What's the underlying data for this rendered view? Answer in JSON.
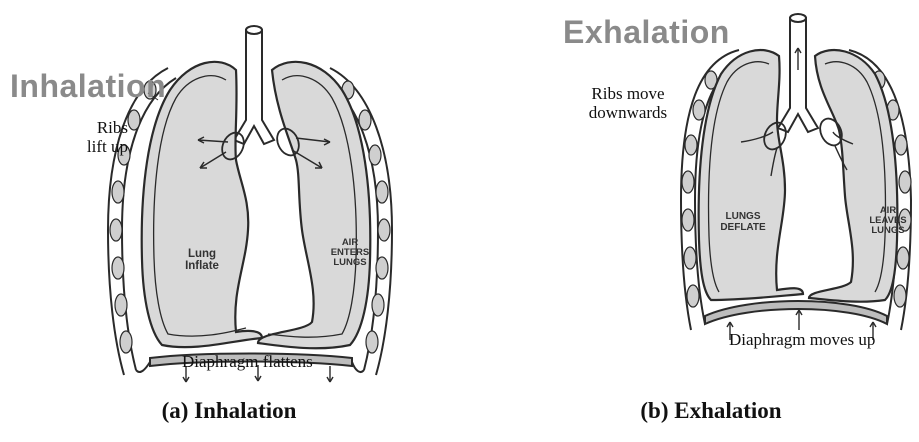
{
  "panel_a": {
    "heading": "Inhalation",
    "ribs_line1": "Ribs",
    "ribs_line2": "lift up",
    "lung_label_line1": "Lung",
    "lung_label_line2": "Inflate",
    "air_line1": "AIR",
    "air_line2": "ENTERS",
    "air_line3": "LUNGS",
    "diaphragm": "Diaphragm flattens",
    "caption": "(a) Inhalation"
  },
  "panel_b": {
    "heading": "Exhalation",
    "ribs_line1": "Ribs move",
    "ribs_line2": "downwards",
    "lung_label_line1": "LUNGS",
    "lung_label_line2": "DEFLATE",
    "air_line1": "AIR",
    "air_line2": "LEAVES",
    "air_line3": "LUNGS",
    "diaphragm": "Diaphragm moves up",
    "caption": "(b) Exhalation"
  },
  "colors": {
    "lung_fill": "#d9d9d9",
    "outline": "#2a2a2a",
    "heading": "#8a8a8a"
  }
}
